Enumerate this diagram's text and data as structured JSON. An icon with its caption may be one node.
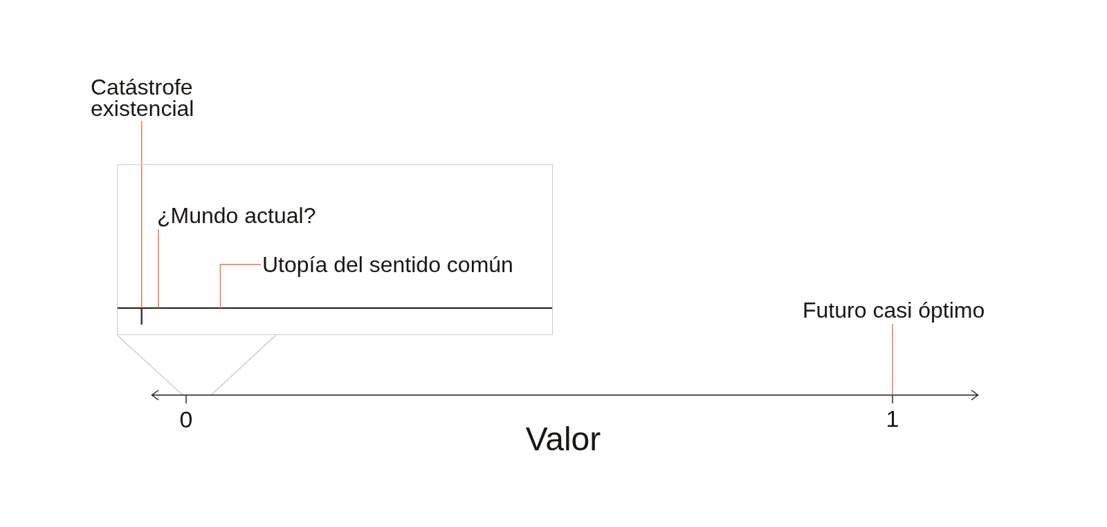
{
  "diagram": {
    "nodes": [
      {
        "text": [
          "Catástrofe existencial"
        ]
      },
      {
        "text": [],
        "shape": "box"
      },
      {
        "text": [
          "¿Mundo actual?"
        ],
        "in": 1
      },
      {
        "text": [
          "Utopía del sentido común"
        ],
        "in": 1
      },
      {
        "text": [
          "Futuro casi óptimo"
        ]
      }
    ],
    "edges": [
      {
        "from": 0,
        "to": null,
        "arrow": "none"
      },
      {
        "from": 2,
        "to": null,
        "arrow": "none"
      },
      {
        "from": 3,
        "to": null,
        "arrow": "none"
      },
      {
        "from": 4,
        "to": null,
        "arrow": "none"
      }
    ],
    "labels": [
      "0",
      "1",
      "Valor"
    ]
  }
}
